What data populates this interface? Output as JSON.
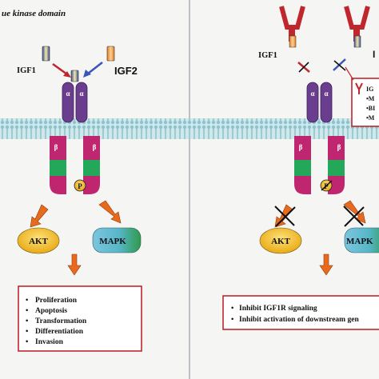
{
  "header": {
    "title": "ue kinase domain"
  },
  "ligands": {
    "igf1": "IGF1",
    "igf2": "IGF2",
    "igf1_right": "IGF1",
    "igf2_right_partial": "I"
  },
  "receptor": {
    "alpha": "α",
    "beta": "β",
    "phospho": "P"
  },
  "pathways": {
    "akt": "AKT",
    "mapk": "MAPK"
  },
  "left_outcomes": [
    "Proliferation",
    "Apoptosis",
    "Transformation",
    "Differentiation",
    "Invasion"
  ],
  "right_box": {
    "lines": [
      "IG",
      "•M",
      "•BI",
      "•M"
    ]
  },
  "right_outcomes": [
    "Inhibit IGF1R signaling",
    "Inhibit activation of downstream gen"
  ],
  "colors": {
    "background": "#f5f5f3",
    "membrane": "#b9dbe2",
    "alpha_chain": "#6a3d8e",
    "beta_chain": "#c0266f",
    "green_band": "#23a85a",
    "arrow_orange": "#ea6a1d",
    "box_red": "#c0272d",
    "akt_yellow": "#f3c316",
    "mapk_blue": "#6fbcd6",
    "mapk_green": "#2f9a4a",
    "antibody_red": "#c0272d"
  }
}
